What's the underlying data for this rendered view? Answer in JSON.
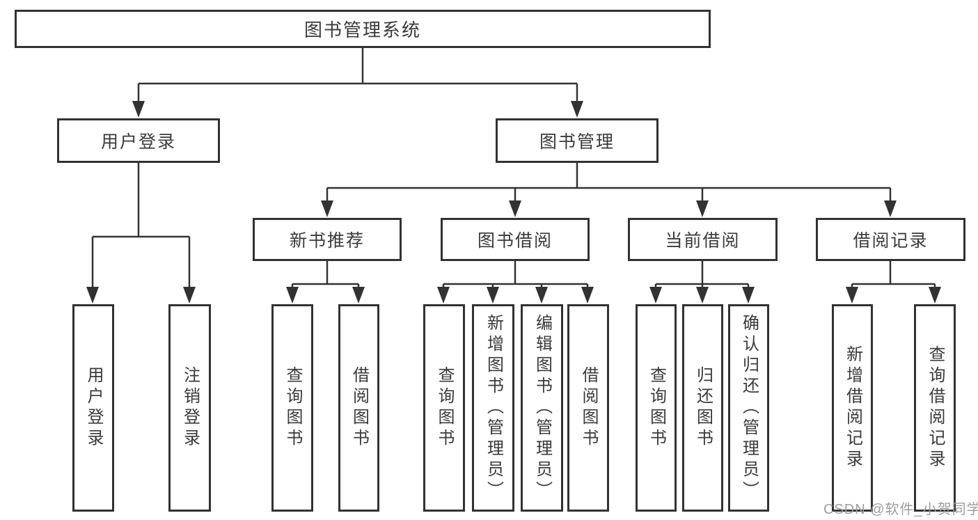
{
  "tree": {
    "root": {
      "label": "图书管理系统",
      "children": [
        {
          "label": "用户登录",
          "children": [
            {
              "label": "用户登录"
            },
            {
              "label": "注销登录"
            }
          ]
        },
        {
          "label": "图书管理",
          "children": [
            {
              "label": "新书推荐",
              "children": [
                {
                  "label": "查询图书"
                },
                {
                  "label": "借阅图书"
                }
              ]
            },
            {
              "label": "图书借阅",
              "children": [
                {
                  "label": "查询图书"
                },
                {
                  "label": "新增图书（管理员）"
                },
                {
                  "label": "编辑图书（管理员）"
                },
                {
                  "label": "借阅图书"
                }
              ]
            },
            {
              "label": "当前借阅",
              "children": [
                {
                  "label": "查询图书"
                },
                {
                  "label": "归还图书"
                },
                {
                  "label": "确认归还（管理员）"
                }
              ]
            },
            {
              "label": "借阅记录",
              "children": [
                {
                  "label": "新增借阅记录"
                },
                {
                  "label": "查询借阅记录"
                }
              ]
            }
          ]
        }
      ]
    }
  },
  "watermark": {
    "text": "CSDN @软件_小贺同学"
  },
  "colors": {
    "line": "#323232",
    "box_border": "#323232",
    "box_background": "#ffffff",
    "text": "#3a3a3a",
    "watermark": "#9d9d9d",
    "page_background": "#ffffff"
  }
}
